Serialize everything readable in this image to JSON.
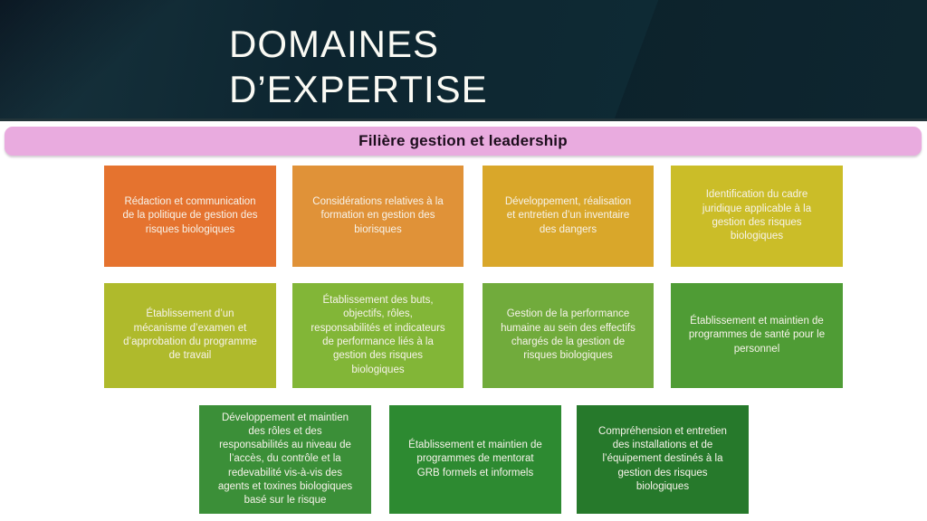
{
  "header": {
    "title_line1": "DOMAINES",
    "title_line2": "D’EXPERTISE",
    "background": "#0d2530"
  },
  "banner": {
    "label": "Filière gestion et leadership",
    "color": "#E9ABDF"
  },
  "tiles": {
    "items": [
      {
        "text": "Rédaction et communication\nde la politique de gestion des\nrisques biologiques",
        "color": "#E5732F"
      },
      {
        "text": "Considérations relatives à la\nformation en gestion des\nbiorisques",
        "color": "#E09238"
      },
      {
        "text": "Développement, réalisation\net entretien d’un inventaire\ndes dangers",
        "color": "#D9A72A"
      },
      {
        "text": "Identification du cadre\njuridique applicable à la\ngestion des risques\nbiologiques",
        "color": "#CBBD28"
      },
      {
        "text": "Établissement d’un\nmécanisme d’examen et\nd’approbation du programme\nde travail",
        "color": "#AFBA2C"
      },
      {
        "text": "Établissement des buts,\nobjectifs, rôles,\nresponsabilités et indicateurs\nde performance liés à la\ngestion des risques\nbiologiques",
        "color": "#82B637"
      },
      {
        "text": "Gestion de la performance\nhumaine au sein des effectifs\nchargés de la gestion de\nrisques biologiques",
        "color": "#71AB3C"
      },
      {
        "text": "Établissement et maintien de\nprogrammes de santé pour le\npersonnel",
        "color": "#4F9C35"
      },
      {
        "text": "Développement et maintien\ndes rôles et des\nresponsabilités au niveau de\nl’accès, du contrôle et la\nredevabilité vis-à-vis des\nagents et toxines biologiques\nbasé sur le risque",
        "color": "#3B8F38"
      },
      {
        "text": "Établissement et maintien de\nprogrammes de mentorat\nGRB formels et informels",
        "color": "#2D8A31"
      },
      {
        "text": "Compréhension et entretien\ndes installations et de\nl’équipement destinés à la\ngestion des risques\nbiologiques",
        "color": "#26792B"
      }
    ]
  }
}
